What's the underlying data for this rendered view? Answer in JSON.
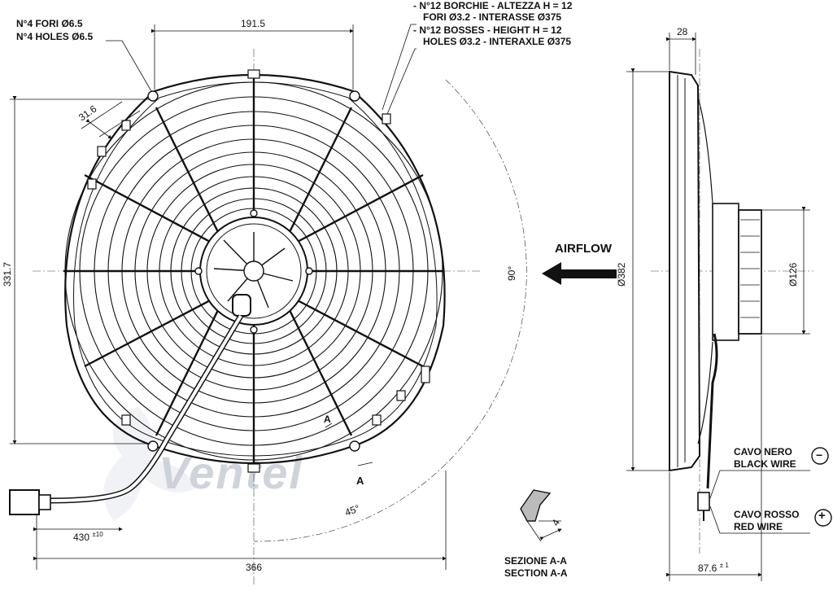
{
  "notes": {
    "holes_it": "N°4 FORI Ø6.5",
    "holes_en": "N°4 HOLES Ø6.5",
    "bosses_it_1": "- N°12 BORCHIE - ALTEZZA H = 12",
    "bosses_it_2": "FORI Ø3.2 - INTERASSE Ø375",
    "bosses_en_1": "- N°12 BOSSES - HEIGHT H = 12",
    "bosses_en_2": "HOLES Ø3.2 - INTERAXLE Ø375"
  },
  "dimensions": {
    "top_width": "191.5",
    "side_offset": "31.6",
    "height": "331.7",
    "total_width": "366",
    "cable_length": "430",
    "cable_tol": "±10",
    "angle_90": "90°",
    "angle_45": "45°",
    "depth_top": "28",
    "diameter_382": "Ø382",
    "diameter_126": "Ø126",
    "depth_bottom": "87.6",
    "depth_tol": "± 1",
    "section_dim": "4"
  },
  "labels": {
    "airflow": "AIRFLOW",
    "section_marker": "A",
    "section_it": "SEZIONE A-A",
    "section_en": "SECTION A-A",
    "black_it": "CAVO NERO",
    "black_en": "BLACK WIRE",
    "red_it": "CAVO ROSSO",
    "red_en": "RED WIRE",
    "minus": "−",
    "plus": "+",
    "watermark": "Ventel"
  }
}
